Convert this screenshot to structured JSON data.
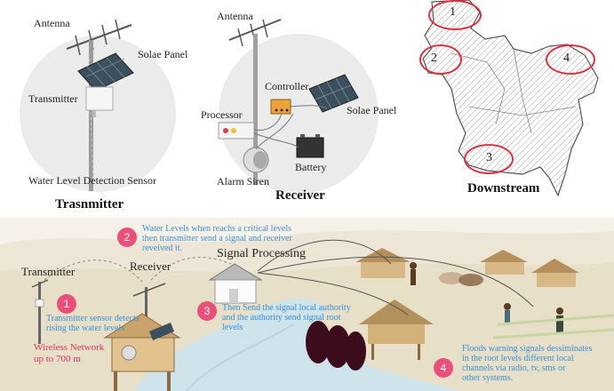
{
  "transmitter_panel": {
    "antenna": "Antenna",
    "solar_panel": "Solae Panel",
    "transmitter": "Transmitter",
    "sensor": "Water Level Detection Sensor",
    "caption": "Trasnmitter"
  },
  "receiver_panel": {
    "antenna": "Antenna",
    "controller": "Controller",
    "processor": "Processor",
    "solar_panel": "Solae Panel",
    "battery": "Battery",
    "alarm": "Alarm Siren",
    "caption": "Receiver"
  },
  "map_panel": {
    "regions": [
      "1",
      "2",
      "3",
      "4"
    ],
    "caption": "Downstream"
  },
  "scene": {
    "transmitter": "Transmitter",
    "receiver": "Receiver",
    "signal_processing": "Signal Processing",
    "wireless_line1": "Wireless Network",
    "wireless_line2": "up to 700 m",
    "steps": [
      {
        "num": "1",
        "line1": "Transmitter sensor detects",
        "line2": "rising the water levels",
        "line3": ""
      },
      {
        "num": "2",
        "line1": "Water Levels when reachs a critical levels",
        "line2": "then transmitter send a signal and receiver",
        "line3": "reveived it."
      },
      {
        "num": "3",
        "line1": "Then Send the signal local authority",
        "line2": "and the authority send signal root",
        "line3": "levels"
      },
      {
        "num": "4",
        "line1": "Floods warning signals dessiminates",
        "line2": "in the root levels different local",
        "line3": "channels via radio, tv, sms or",
        "line4": "other systems."
      }
    ]
  },
  "colors": {
    "step_text": "#3a8fd8",
    "step_badge": "#e8507a",
    "wireless_text": "#e0345a",
    "map_ring": "#d93343"
  }
}
